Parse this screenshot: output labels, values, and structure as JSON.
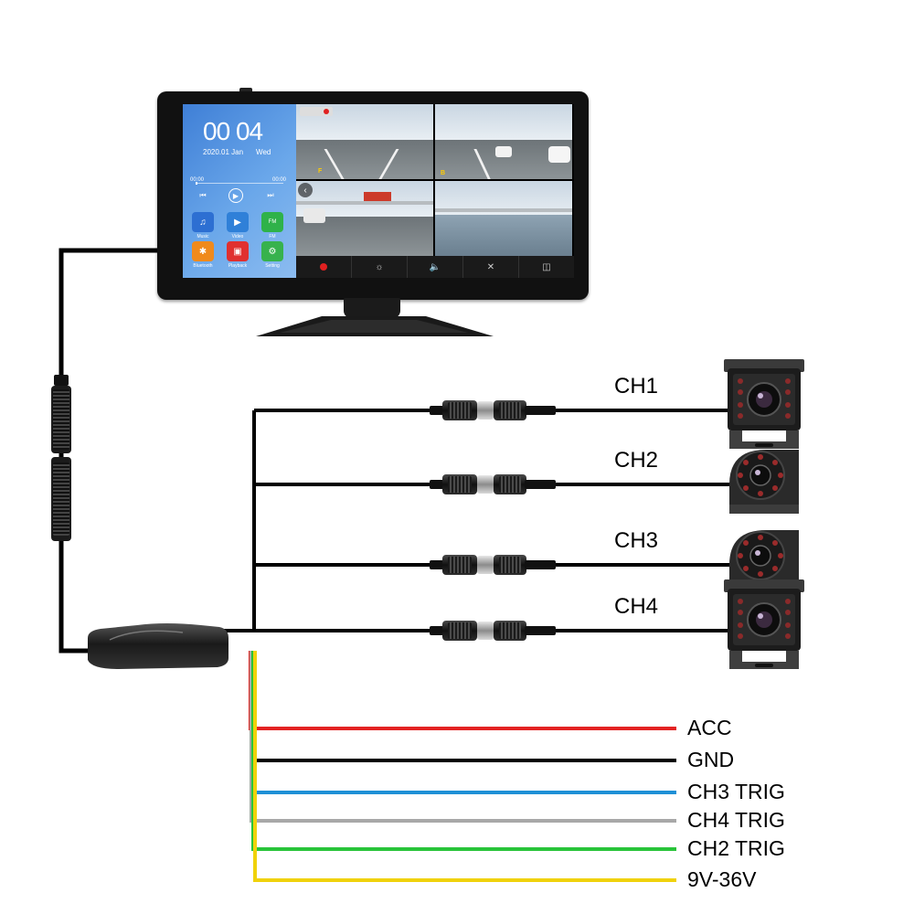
{
  "screen": {
    "clock": {
      "hours": "00",
      "minutes": "04"
    },
    "date": "2020.01 Jan",
    "weekday": "Wed",
    "player": {
      "elapsed": "00:00",
      "total": "00:00",
      "progress": 0.02
    },
    "apps": [
      {
        "label": "Music",
        "color": "#2d6fd2",
        "icon": "music-note-icon"
      },
      {
        "label": "Video",
        "color": "#2f80d8",
        "icon": "play-icon"
      },
      {
        "label": "FM",
        "color": "#2fb24a",
        "icon": "radio-icon"
      },
      {
        "label": "Bluetooth",
        "color": "#f08a1c",
        "icon": "bluetooth-icon"
      },
      {
        "label": "Playback",
        "color": "#e03030",
        "icon": "playback-icon"
      },
      {
        "label": "Setting",
        "color": "#37b24d",
        "icon": "gear-icon"
      }
    ],
    "feed_tags": [
      "F",
      "B"
    ],
    "toolbar_icons": [
      "record-icon",
      "brightness-icon",
      "volume-icon",
      "mic-mute-icon",
      "split-view-icon"
    ]
  },
  "channels": [
    {
      "label": "CH1",
      "camera": "box-camera"
    },
    {
      "label": "CH2",
      "camera": "dome-camera"
    },
    {
      "label": "CH3",
      "camera": "dome-camera"
    },
    {
      "label": "CH4",
      "camera": "box-camera"
    }
  ],
  "wires": [
    {
      "label": "ACC",
      "color": "#e32222"
    },
    {
      "label": "GND",
      "color": "#000000"
    },
    {
      "label": "CH3 TRIG",
      "color": "#1e90d6"
    },
    {
      "label": "CH4 TRIG",
      "color": "#a8a8a8"
    },
    {
      "label": "CH2 TRIG",
      "color": "#29c43a"
    },
    {
      "label": "9V-36V",
      "color": "#f0d20a"
    }
  ]
}
